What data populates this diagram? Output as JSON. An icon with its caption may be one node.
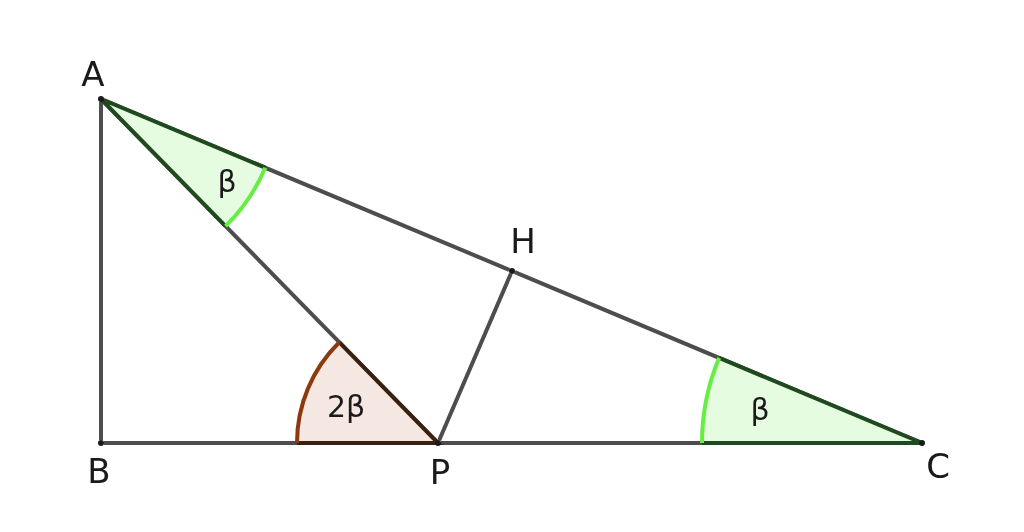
{
  "diagram": {
    "nodes": [
      {
        "text": [],
        "shape": "circle",
        "beside": [
          "A"
        ]
      },
      {
        "text": [],
        "shape": "circle",
        "beside": [
          "B"
        ]
      },
      {
        "text": [],
        "shape": "circle",
        "beside": [
          "P"
        ]
      },
      {
        "text": [],
        "shape": "circle",
        "beside": [
          "C"
        ]
      },
      {
        "text": [],
        "shape": "circle",
        "beside": [
          "H"
        ]
      }
    ],
    "edges": [
      {
        "from": 0,
        "to": 1,
        "arrow": "none"
      },
      {
        "from": 1,
        "to": 2,
        "arrow": "none"
      },
      {
        "from": 2,
        "to": 3,
        "arrow": "none"
      },
      {
        "from": 0,
        "to": 4,
        "arrow": "none"
      },
      {
        "from": 4,
        "to": 3,
        "arrow": "none"
      },
      {
        "from": 0,
        "to": 2,
        "arrow": "none"
      },
      {
        "from": 2,
        "to": 4,
        "arrow": "none"
      }
    ],
    "labels": [
      "β",
      "2β",
      "β"
    ]
  }
}
